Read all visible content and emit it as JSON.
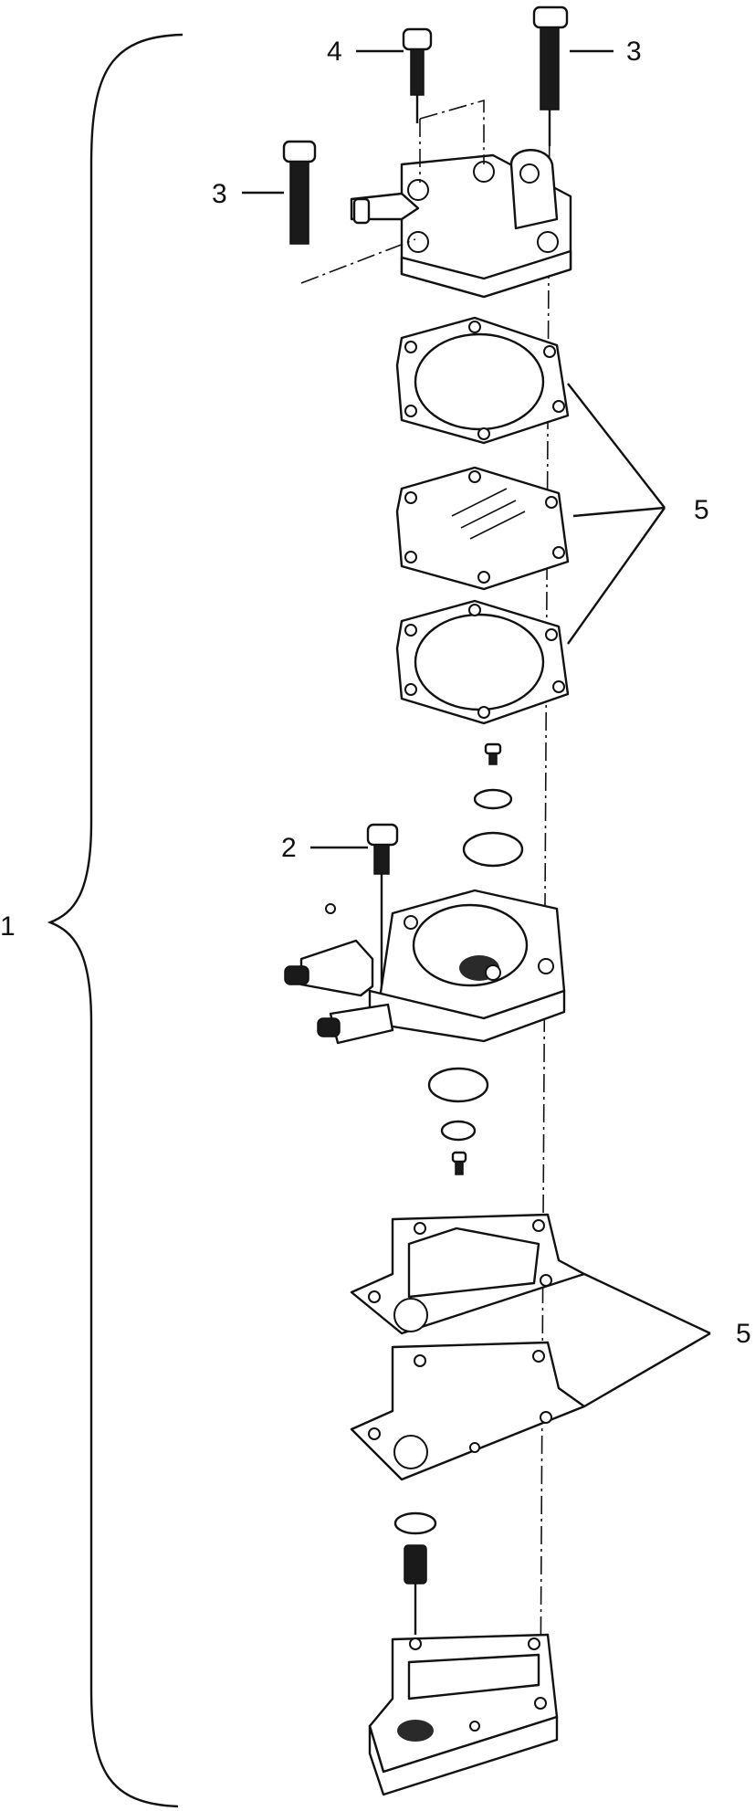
{
  "callouts": {
    "assembly": "1",
    "screw_2": "2",
    "screw_3_top": "3",
    "screw_3_left": "3",
    "screw_4": "4",
    "gasket_5_upper": "5",
    "gasket_5_lower": "5"
  }
}
